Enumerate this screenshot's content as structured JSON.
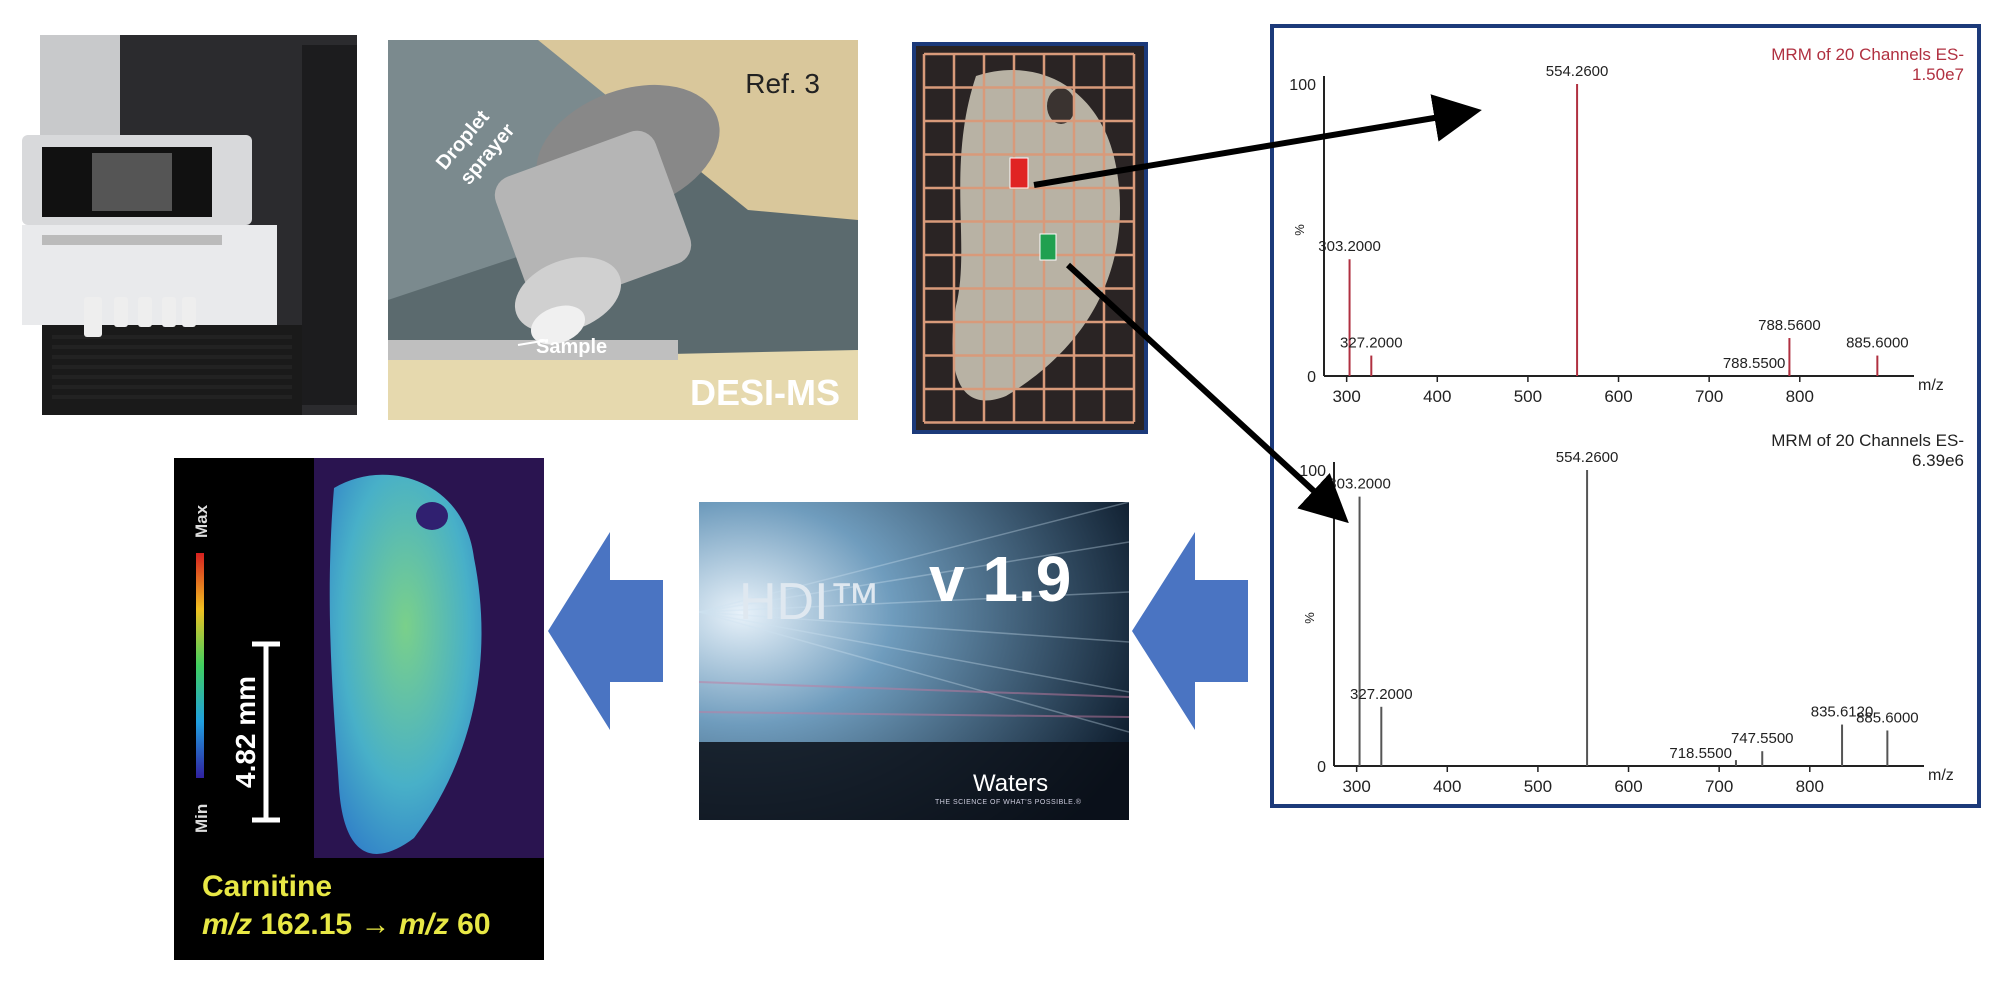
{
  "desi_panel": {
    "ref_label": "Ref. 3",
    "title": "DESI-MS",
    "sprayer_label_line1": "Droplet",
    "sprayer_label_line2": "sprayer",
    "sample_label": "Sample"
  },
  "hdi_panel": {
    "name": "HDI™",
    "version": "v 1.9",
    "brand": "Waters",
    "tagline": "THE SCIENCE OF WHAT'S POSSIBLE.®"
  },
  "ion_image": {
    "scale_max": "Max",
    "scale_min": "Min",
    "scale_bar_label": "4.82 mm",
    "compound": "Carnitine",
    "transition_prefix": "m/z",
    "transition_from": "162.15",
    "arrow": "→",
    "transition_to": "60"
  },
  "spectra": {
    "colors": {
      "top": "#b03040",
      "bottom": "#555555"
    },
    "top": {
      "header_line1": "MRM of 20 Channels ES-",
      "header_line2": "1.50e7",
      "y_top_label": "100",
      "y_zero_label": "0",
      "y_unit": "%",
      "x_unit": "m/z",
      "x_ticks": [
        "300",
        "400",
        "500",
        "600",
        "700",
        "800"
      ]
    },
    "bottom": {
      "header_line1": "MRM of 20 Channels ES-",
      "header_line2": "6.39e6",
      "y_top_label": "100",
      "y_zero_label": "0",
      "y_unit": "%",
      "x_unit": "m/z",
      "x_ticks": [
        "300",
        "400",
        "500",
        "600",
        "700",
        "800"
      ]
    }
  },
  "chart_data": [
    {
      "type": "bar",
      "title": "MRM of 20 Channels ES- 1.50e7",
      "xlabel": "m/z",
      "ylabel": "%",
      "xlim": [
        275,
        915
      ],
      "ylim": [
        0,
        100
      ],
      "x": [
        303.2,
        327.2,
        554.26,
        788.55,
        788.56,
        885.6
      ],
      "values": [
        40,
        7,
        100,
        2,
        13,
        7
      ],
      "peak_labels": [
        "303.2000",
        "327.2000",
        "554.2600",
        "788.5500",
        "788.5600",
        "885.6000"
      ]
    },
    {
      "type": "bar",
      "title": "MRM of 20 Channels ES- 6.39e6",
      "xlabel": "m/z",
      "ylabel": "%",
      "xlim": [
        275,
        915
      ],
      "ylim": [
        0,
        100
      ],
      "x": [
        303.2,
        327.2,
        554.26,
        718.55,
        747.55,
        835.612,
        885.6
      ],
      "values": [
        91,
        20,
        100,
        2,
        5,
        14,
        12
      ],
      "peak_labels": [
        "303.2000",
        "327.2000",
        "554.2600",
        "718.5500",
        "747.5500",
        "835.6120",
        "885.6000"
      ]
    }
  ]
}
